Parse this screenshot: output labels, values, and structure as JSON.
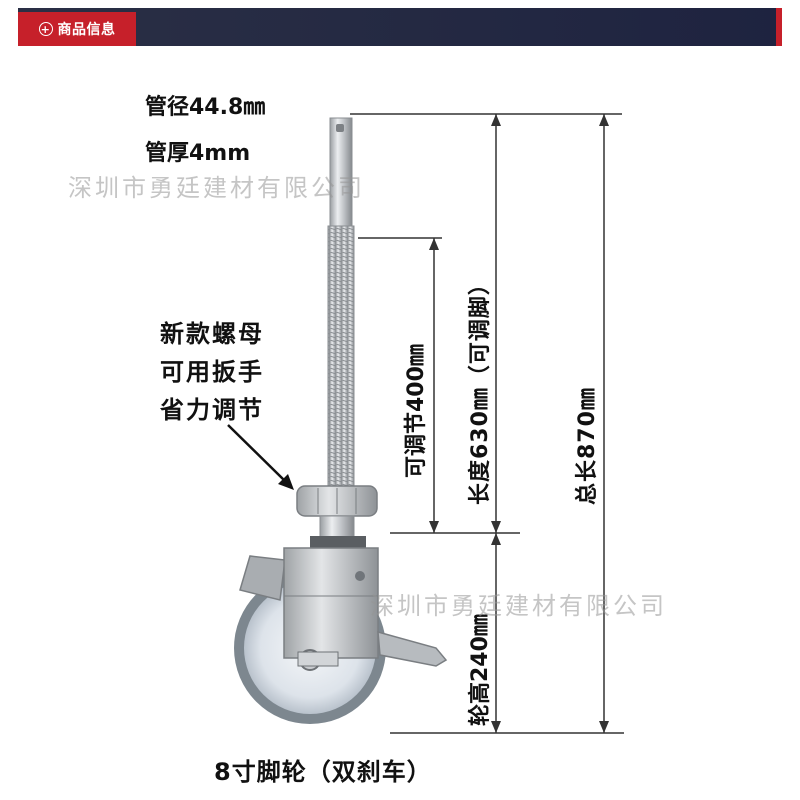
{
  "header": {
    "tab_label": "商品信息",
    "tab_icon": "plus-circle-icon",
    "accent_color": "#c6202a",
    "bar_color": "#252a44"
  },
  "labels": {
    "pipe_diameter": "管径44.8㎜",
    "pipe_thickness": "管厚4mm",
    "nut_note_1": "新款螺母",
    "nut_note_2": "可用扳手",
    "nut_note_3": "省力调节",
    "adjustable": "可调节400㎜",
    "length": "长度630㎜（可调脚）",
    "total_length": "总长870㎜",
    "wheel_height": "轮高240㎜",
    "caption": "8寸脚轮（双刹车）"
  },
  "watermark": {
    "text": "深圳市勇廷建材有限公司"
  }
}
